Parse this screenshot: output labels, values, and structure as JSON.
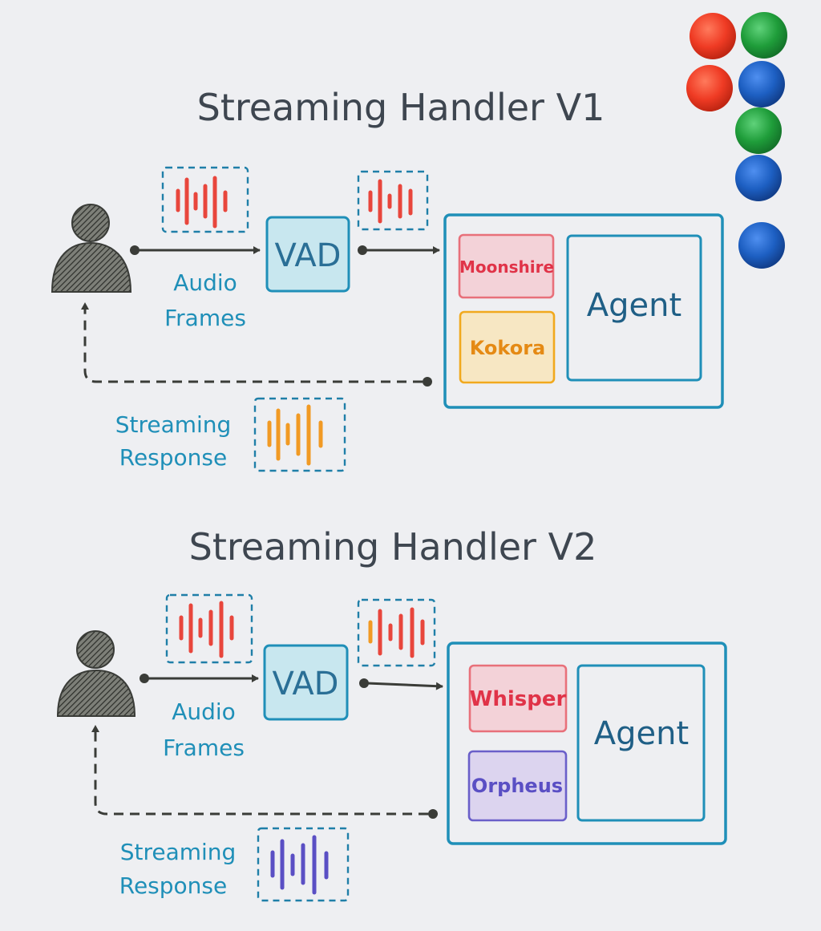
{
  "colors": {
    "board": "#eeeff2",
    "marker_dark": "#3e4650",
    "marker_blue": "#1f8fb8",
    "marker_red": "#e8463c",
    "marker_orange": "#f19a24",
    "marker_purple": "#5a4fc4",
    "magnet_red": "#ef3b24",
    "magnet_green": "#1f9d3a",
    "magnet_blue": "#1d5fc2"
  },
  "magnets": [
    "red",
    "green",
    "red",
    "blue",
    "green",
    "blue",
    "blue"
  ],
  "v1": {
    "title": "Streaming Handler V1",
    "audio_label_1": "Audio",
    "audio_label_2": "Frames",
    "vad": "VAD",
    "stt": "Moonshire",
    "tts": "Kokora",
    "agent": "Agent",
    "response_label_1": "Streaming",
    "response_label_2": "Response"
  },
  "v2": {
    "title": "Streaming Handler V2",
    "audio_label_1": "Audio",
    "audio_label_2": "Frames",
    "vad": "VAD",
    "stt": "Whisper",
    "tts": "Orpheus",
    "agent": "Agent",
    "response_label_1": "Streaming",
    "response_label_2": "Response"
  }
}
